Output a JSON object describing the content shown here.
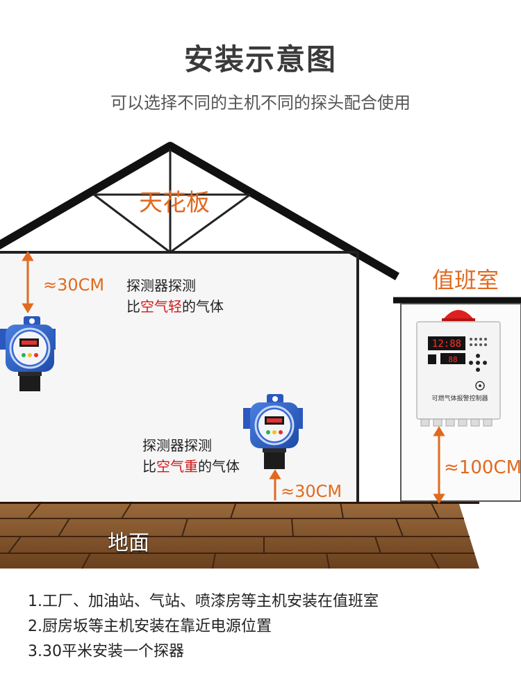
{
  "title": "安装示意图",
  "subtitle": "可以选择不同的主机不同的探头配合使用",
  "labels": {
    "ceiling": "天花板",
    "duty_room": "值班室",
    "floor": "地面"
  },
  "measurements": {
    "ceiling_gap": "≈30CM",
    "floor_gap": "≈30CM",
    "controller_height": "≈100CM"
  },
  "detector_light": {
    "line1": "探测器探测",
    "line2_prefix": "比",
    "line2_highlight": "空气轻",
    "line2_suffix": "的气体"
  },
  "detector_heavy": {
    "line1": "探测器探测",
    "line2_prefix": "比",
    "line2_highlight": "空气重",
    "line2_suffix": "的气体"
  },
  "controller": {
    "label": "可燃气体报警控制器",
    "display_top": "12:88",
    "display_bottom": "88"
  },
  "notes": [
    "1.工厂、加油站、气站、喷漆房等主机安装在值班室",
    "2.厨房坂等主机安装在靠近电源位置",
    "3.30平米安装一个探器"
  ],
  "colors": {
    "accent": "#e06a1f",
    "highlight": "#d01818",
    "detector_body": "#2f63c8",
    "alarm_red": "#e02020"
  }
}
